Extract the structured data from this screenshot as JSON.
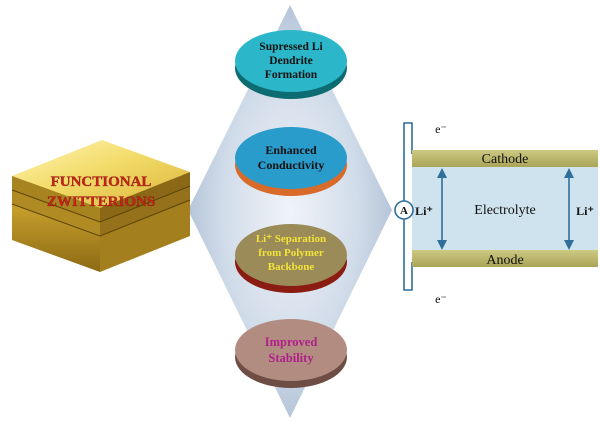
{
  "stack_label": [
    "FUNCTIONAL",
    "ZWITTERIONS"
  ],
  "benefits": [
    {
      "lines": [
        "Supressed Li",
        "Dendrite",
        "Formation"
      ],
      "colors": {
        "top": "#2bb7c9",
        "side": "#0c6c72",
        "text": "#111111"
      }
    },
    {
      "lines": [
        "Enhanced",
        "Conductivity"
      ],
      "colors": {
        "top": "#2a9ccc",
        "side": "#d86a2a",
        "text": "#111111"
      }
    },
    {
      "lines": [
        "Li⁺ Separation",
        "from Polymer",
        "Backbone"
      ],
      "colors": {
        "top": "#9a8b58",
        "side": "#8b1c12",
        "text": "#f2e23a"
      }
    },
    {
      "lines": [
        "Improved",
        "Stability"
      ],
      "colors": {
        "top": "#b28c80",
        "side": "#6e4d44",
        "text": "#b0208c"
      }
    }
  ],
  "cell": {
    "cathode": "Cathode",
    "anode": "Anode",
    "electrolyte": "Electrolyte",
    "electron_top": "e⁻",
    "electron_bottom": "e⁻",
    "ion_left": "Li⁺",
    "ion_right": "Li⁺",
    "ammeter": "A",
    "colors": {
      "electrode": "#b9b46a",
      "electrolyte": "#cfe3ee",
      "wire": "#2f6f9a"
    }
  }
}
